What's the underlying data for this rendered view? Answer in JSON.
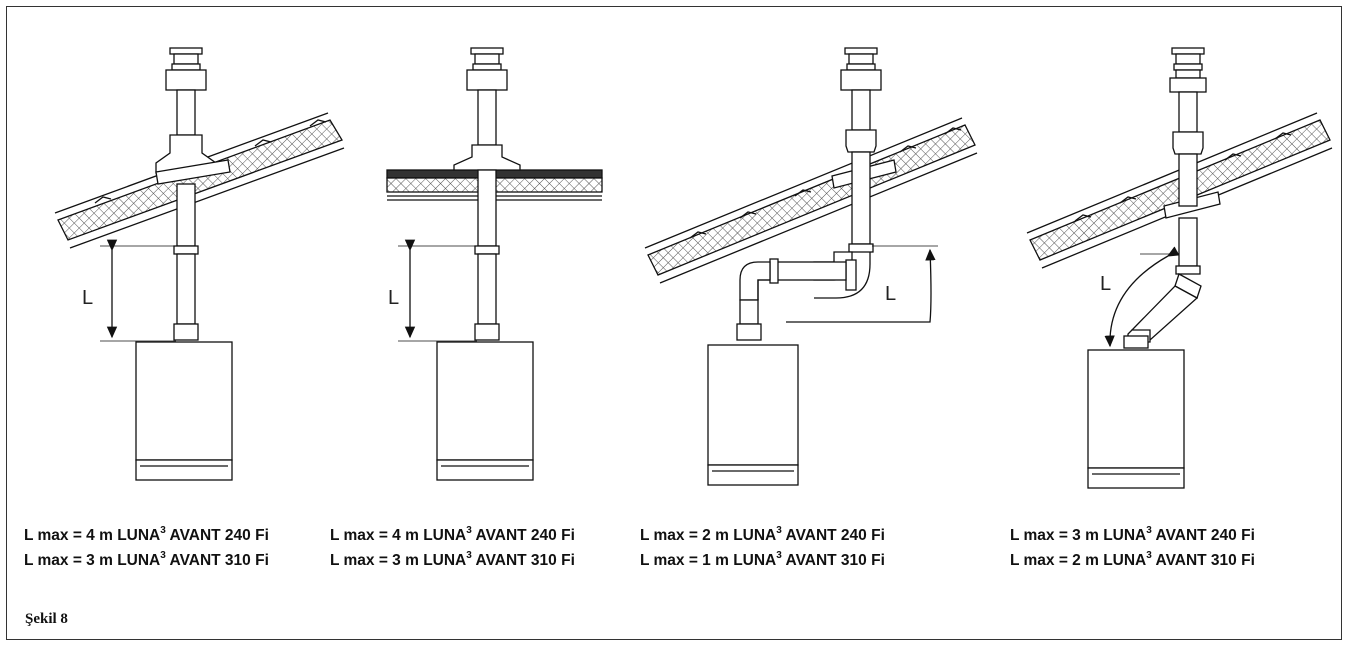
{
  "captions": [
    {
      "line1": {
        "prefix": "L max = 4 m LUNA",
        "sup": "3",
        "suffix": " AVANT 240 Fi"
      },
      "line2": {
        "prefix": "L max = 3 m LUNA",
        "sup": "3",
        "suffix": " AVANT 310 Fi"
      }
    },
    {
      "line1": {
        "prefix": "L max = 4 m LUNA",
        "sup": "3",
        "suffix": " AVANT 240 Fi"
      },
      "line2": {
        "prefix": "L max = 3 m LUNA",
        "sup": "3",
        "suffix": " AVANT 310 Fi"
      }
    },
    {
      "line1": {
        "prefix": "L max = 2 m LUNA",
        "sup": "3",
        "suffix": " AVANT 240 Fi"
      },
      "line2": {
        "prefix": "L max = 1 m LUNA",
        "sup": "3",
        "suffix": " AVANT 310 Fi"
      }
    },
    {
      "line1": {
        "prefix": "L max = 3 m LUNA",
        "sup": "3",
        "suffix": " AVANT 240 Fi"
      },
      "line2": {
        "prefix": "L max = 2 m LUNA",
        "sup": "3",
        "suffix": " AVANT 310 Fi"
      }
    }
  ],
  "length_label": "L",
  "figure_label": "Şekil 8"
}
